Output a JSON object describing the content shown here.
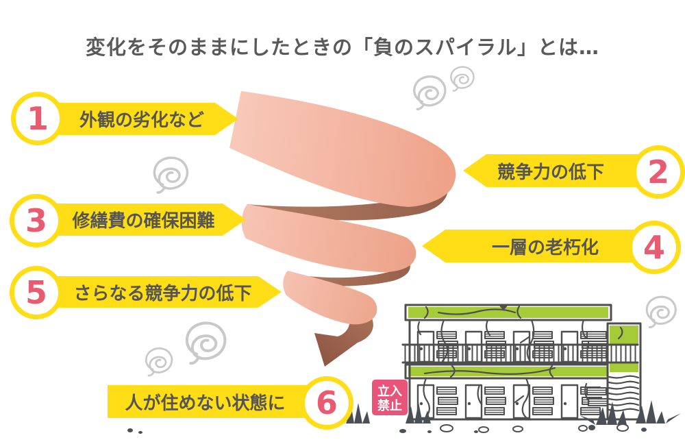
{
  "title": "変化をそのままにしたときの「負のスパイラル」とは…",
  "steps": [
    {
      "number": "1",
      "label": "外観の劣化など",
      "side": "left"
    },
    {
      "number": "2",
      "label": "競争力の低下",
      "side": "right"
    },
    {
      "number": "3",
      "label": "修繕費の確保困難",
      "side": "left"
    },
    {
      "number": "4",
      "label": "一層の老朽化",
      "side": "right"
    },
    {
      "number": "5",
      "label": "さらなる競争力の低下",
      "side": "left"
    },
    {
      "number": "6",
      "label": "人が住めない状態に",
      "side": "bottom"
    }
  ],
  "building": {
    "sign_line1": "立入",
    "sign_line2": "禁止"
  },
  "icons": {
    "spiral": "downward-spiral-ribbon-arrow",
    "scribble": "frustration-scribble-doodle",
    "building": "cracked-abandoned-apartment",
    "sign": "no-entry-sign"
  },
  "colors": {
    "banner_yellow": "#FFDE17",
    "number_pink": "#E85C72",
    "label_text": "#555555",
    "title_text": "#595959",
    "spiral_light_start": "#F8C9B9",
    "spiral_light_end": "#EDA085",
    "spiral_dark": "#A06752",
    "building_green": "#A6CB39",
    "outline_gray": "#4E4E4E",
    "sign_pink": "#E8547A",
    "scribble_gray": "#C9C9C9",
    "background": "#FFFFFF"
  }
}
